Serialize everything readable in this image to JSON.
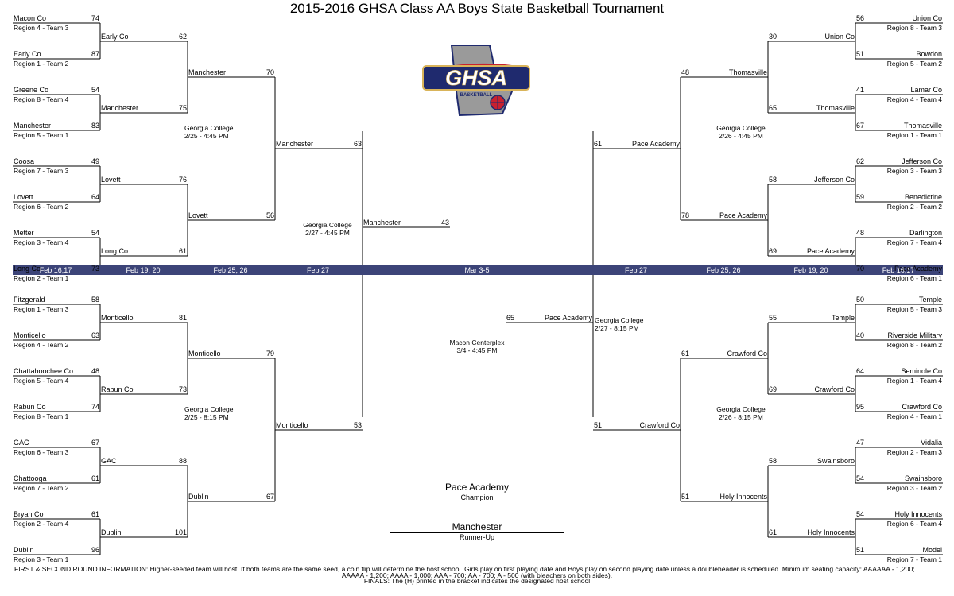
{
  "title": "2015-2016 GHSA Class AA Boys State Basketball Tournament",
  "logo": {
    "text": "GHSA",
    "subtext": "BASKETBALL",
    "colors": {
      "navy": "#1f2a6e",
      "red": "#c8202f",
      "gold": "#d9b45a",
      "gray": "#9a9a9a"
    }
  },
  "dates": [
    "Feb 16,17",
    "Feb 19, 20",
    "Feb 25, 26",
    "Feb 27",
    "Mar 3-5",
    "Feb 27",
    "Feb 25, 26",
    "Feb 19, 20",
    "Feb 16,17"
  ],
  "round1": {
    "left_top": [
      {
        "name": "Macon Co",
        "score": "74",
        "seed": "Region 4 - Team 3"
      },
      {
        "name": "Early Co",
        "score": "87",
        "seed": "Region 1 - Team 2"
      },
      {
        "name": "Greene Co",
        "score": "54",
        "seed": "Region 8 - Team 4"
      },
      {
        "name": "Manchester",
        "score": "83",
        "seed": "Region 5 - Team 1"
      },
      {
        "name": "Coosa",
        "score": "49",
        "seed": "Region 7 - Team 3"
      },
      {
        "name": "Lovett",
        "score": "64",
        "seed": "Region 6 - Team 2"
      },
      {
        "name": "Metter",
        "score": "54",
        "seed": "Region 3 - Team 4"
      },
      {
        "name": "Long Co",
        "score": "73",
        "seed": "Region 2 - Team 1"
      }
    ],
    "left_bottom": [
      {
        "name": "Fitzgerald",
        "score": "58",
        "seed": "Region 1 - Team 3"
      },
      {
        "name": "Monticello",
        "score": "63",
        "seed": "Region 4 - Team 2"
      },
      {
        "name": "Chattahoochee Co",
        "score": "48",
        "seed": "Region 5 - Team 4"
      },
      {
        "name": "Rabun Co",
        "score": "74",
        "seed": "Region 8 - Team 1"
      },
      {
        "name": "GAC",
        "score": "67",
        "seed": "Region 6 - Team 3"
      },
      {
        "name": "Chattooga",
        "score": "61",
        "seed": "Region 7 - Team 2"
      },
      {
        "name": "Bryan Co",
        "score": "61",
        "seed": "Region 2 - Team 4"
      },
      {
        "name": "Dublin",
        "score": "96",
        "seed": "Region 3 - Team 1"
      }
    ],
    "right_top": [
      {
        "name": "Union Co",
        "score": "56",
        "seed": "Region 8 - Team 3"
      },
      {
        "name": "Bowdon",
        "score": "51",
        "seed": "Region 5 - Team 2"
      },
      {
        "name": "Lamar Co",
        "score": "41",
        "seed": "Region 4 - Team 4"
      },
      {
        "name": "Thomasville",
        "score": "67",
        "seed": "Region 1 - Team 1"
      },
      {
        "name": "Jefferson Co",
        "score": "62",
        "seed": "Region 3 - Team 3"
      },
      {
        "name": "Benedictine",
        "score": "59",
        "seed": "Region 2 - Team 2"
      },
      {
        "name": "Darlington",
        "score": "48",
        "seed": "Region 7 - Team 4"
      },
      {
        "name": "Pace Academy",
        "score": "70",
        "seed": "Region 6 - Team 1"
      }
    ],
    "right_bottom": [
      {
        "name": "Temple",
        "score": "50",
        "seed": "Region 5 - Team 3"
      },
      {
        "name": "Riverside Military",
        "score": "40",
        "seed": "Region 8 - Team 2"
      },
      {
        "name": "Seminole Co",
        "score": "64",
        "seed": "Region 1 - Team 4"
      },
      {
        "name": "Crawford Co",
        "score": "95",
        "seed": "Region 4 - Team 1"
      },
      {
        "name": "Vidalia",
        "score": "47",
        "seed": "Region 2 - Team 3"
      },
      {
        "name": "Swainsboro",
        "score": "54",
        "seed": "Region 3 - Team 2"
      },
      {
        "name": "Holy Innocents",
        "score": "54",
        "seed": "Region 6 - Team 4"
      },
      {
        "name": "Model",
        "score": "51",
        "seed": "Region 7 - Team 1"
      }
    ]
  },
  "round2": {
    "left_top": [
      {
        "name": "Early Co",
        "score": "62"
      },
      {
        "name": "Manchester",
        "score": "75"
      },
      {
        "name": "Lovett",
        "score": "76"
      },
      {
        "name": "Long Co",
        "score": "61"
      }
    ],
    "left_bottom": [
      {
        "name": "Monticello",
        "score": "81"
      },
      {
        "name": "Rabun Co",
        "score": "73"
      },
      {
        "name": "GAC",
        "score": "88"
      },
      {
        "name": "Dublin",
        "score": "101"
      }
    ],
    "right_top": [
      {
        "name": "Union Co",
        "score": "30"
      },
      {
        "name": "Thomasville",
        "score": "65"
      },
      {
        "name": "Jefferson Co",
        "score": "58"
      },
      {
        "name": "Pace Academy",
        "score": "69"
      }
    ],
    "right_bottom": [
      {
        "name": "Temple",
        "score": "55"
      },
      {
        "name": "Crawford Co",
        "score": "69"
      },
      {
        "name": "Swainsboro",
        "score": "58"
      },
      {
        "name": "Holy Innocents",
        "score": "61"
      }
    ]
  },
  "round3": {
    "left_top": [
      {
        "name": "Manchester",
        "score": "70"
      },
      {
        "name": "Lovett",
        "score": "56"
      }
    ],
    "left_bottom": [
      {
        "name": "Monticello",
        "score": "79"
      },
      {
        "name": "Dublin",
        "score": "67"
      }
    ],
    "right_top": [
      {
        "name": "Thomasville",
        "score": "48"
      },
      {
        "name": "Pace Academy",
        "score": "78"
      }
    ],
    "right_bottom": [
      {
        "name": "Crawford Co",
        "score": "61"
      },
      {
        "name": "Holy Innocents",
        "score": "51"
      }
    ]
  },
  "round4": {
    "left_top": {
      "name": "Manchester",
      "score": "63"
    },
    "left_bottom": {
      "name": "Monticello",
      "score": "53"
    },
    "right_top": {
      "name": "Pace Academy",
      "score": "61"
    },
    "right_bottom": {
      "name": "Crawford Co",
      "score": "51"
    }
  },
  "finalists": {
    "left": {
      "name": "Manchester",
      "score": "43"
    },
    "right": {
      "name": "Pace Academy",
      "score": "65"
    }
  },
  "venues": {
    "lt_qf": [
      "Georgia College",
      "2/25 - 4:45 PM"
    ],
    "lb_qf": [
      "Georgia College",
      "2/25 - 8:15 PM"
    ],
    "rt_qf": [
      "Georgia College",
      "2/26 - 4:45 PM"
    ],
    "rb_qf": [
      "Georgia College",
      "2/26 - 8:15 PM"
    ],
    "l_sf": [
      "Georgia College",
      "2/27 - 4:45 PM"
    ],
    "r_sf": [
      "Georgia College",
      "2/27 - 8:15 PM"
    ],
    "final": [
      "Macon Centerplex",
      "3/4 - 4:45 PM"
    ]
  },
  "champion": {
    "team": "Pace Academy",
    "label": "Champion"
  },
  "runner_up": {
    "team": "Manchester",
    "label": "Runner-Up"
  },
  "footer": {
    "line1": "FIRST & SECOND ROUND INFORMATION: Higher-seeded team will host.  If both teams are the same seed, a coin flip will determine the host school.  Girls play on first playing date and Boys play on second playing date unless a doubleheader is scheduled.  Minimum seating capacity: AAAAAA - 1,200;",
    "line2": "AAAAA - 1,200; AAAA - 1,000; AAA - 700; AA - 700; A - 500 (with bleachers on both sides).",
    "line3": "FINALS: The (H) printed in the bracket indicates the designated host school"
  }
}
